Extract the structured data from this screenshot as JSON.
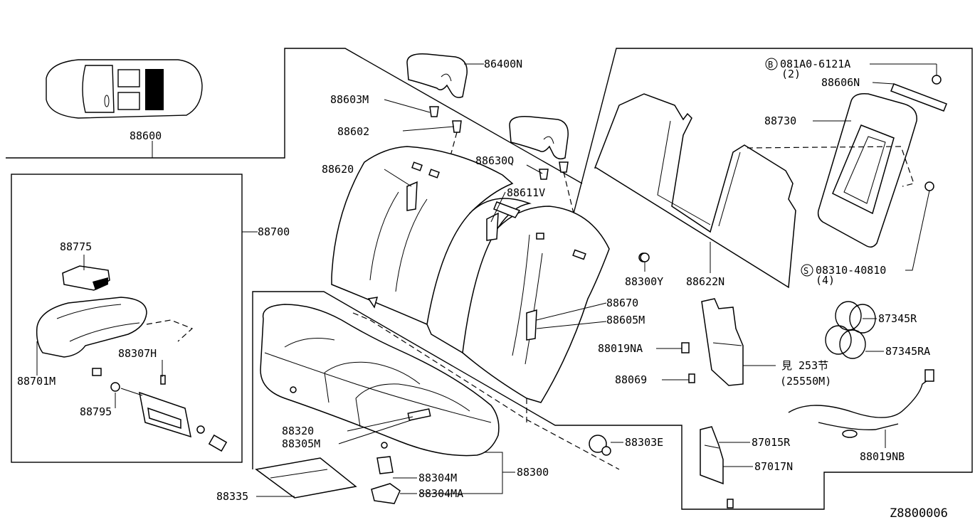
{
  "diagram_id": "Z8800006",
  "labels": {
    "p86400N": "86400N",
    "p88603M": "88603M",
    "p88602": "88602",
    "p88630Q": "88630Q",
    "p88620": "88620",
    "p88611V": "88611V",
    "p88600": "88600",
    "p88700": "88700",
    "p88775": "88775",
    "p88701M": "88701M",
    "p88307H": "88307H",
    "p88795": "88795",
    "p88670": "88670",
    "p88605M": "88605M",
    "p88320": "88320",
    "p88305M": "88305M",
    "p88303E": "88303E",
    "p88304M": "88304M",
    "p88300": "88300",
    "p88304MA": "88304MA",
    "p88335": "88335",
    "p081A0": "081A0-6121A",
    "p081A0_qty": "(2)",
    "p081A0_circle": "B",
    "p88606N": "88606N",
    "p88730": "88730",
    "p88300Y": "88300Y",
    "p88622N": "88622N",
    "p08310": "08310-40810",
    "p08310_qty": "(4)",
    "p08310_circle": "S",
    "p87345R": "87345R",
    "p87345RA": "87345RA",
    "p88019NA": "88019NA",
    "p253": "見 253节",
    "p25550M": "(25550M)",
    "p88069": "88069",
    "p87015R": "87015R",
    "p87017N": "87017N",
    "p88019NB": "88019NB"
  }
}
